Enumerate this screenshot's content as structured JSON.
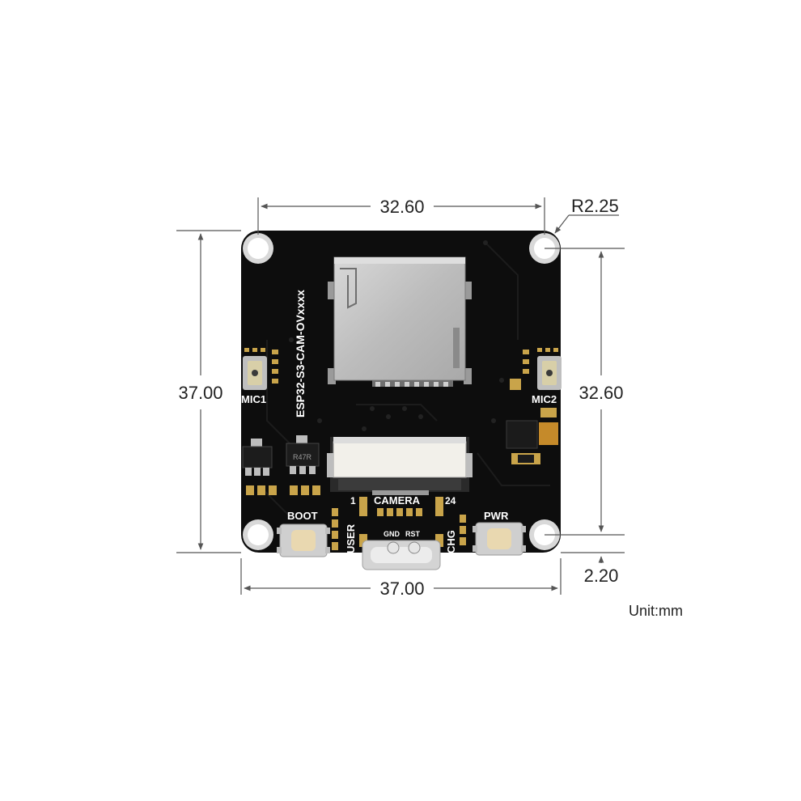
{
  "dimensions": {
    "top_width": "32.60",
    "corner_radius": "R2.25",
    "left_height": "37.00",
    "right_height": "32.60",
    "bottom_width": "37.00",
    "bottom_offset": "2.20",
    "unit": "Unit:mm"
  },
  "board": {
    "model": "ESP32-S3-CAM-OVxxxx",
    "labels": {
      "mic1": "MIC1",
      "mic2": "MIC2",
      "boot": "BOOT",
      "pwr": "PWR",
      "user": "USER",
      "chg": "CHG",
      "camera": "CAMERA",
      "pin1": "1",
      "pin24": "24",
      "gnd": "GND",
      "rst": "RST",
      "reg_code": "R47R"
    }
  },
  "colors": {
    "pcb": "#0d0d0d",
    "silkscreen": "#ffffff",
    "metal": "#c8c8c8",
    "button": "#e9d8b0",
    "dimension_line": "#555555"
  }
}
